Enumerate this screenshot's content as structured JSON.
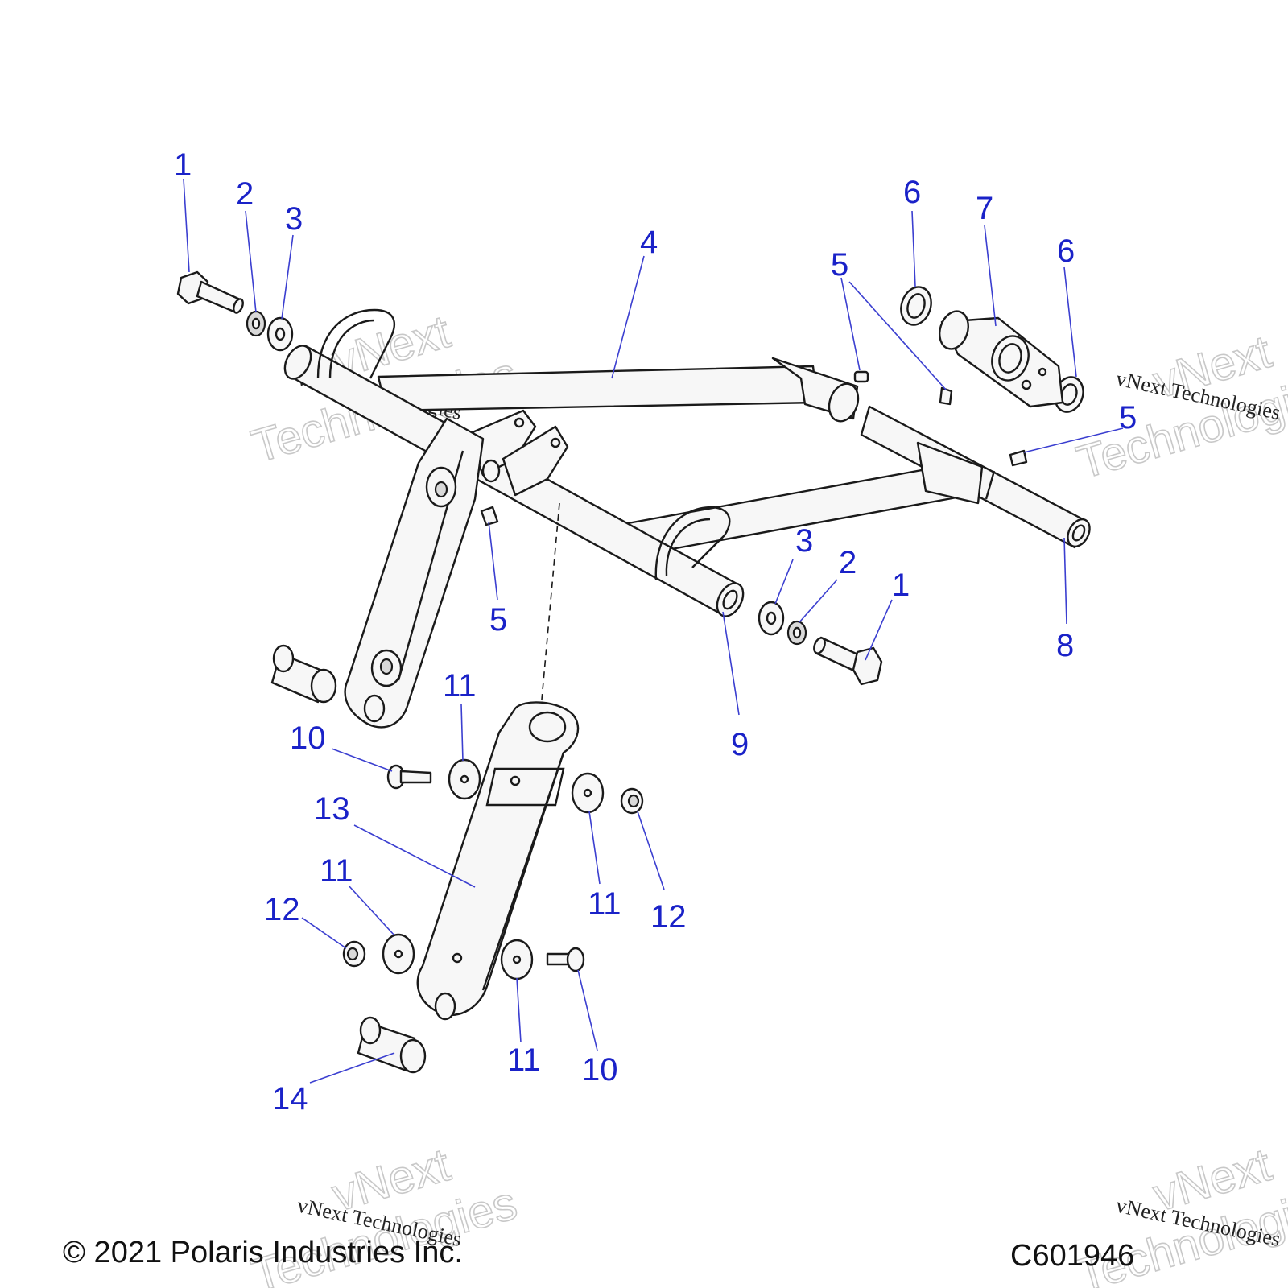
{
  "callouts": [
    {
      "id": "c1a",
      "label": "1"
    },
    {
      "id": "c2a",
      "label": "2"
    },
    {
      "id": "c3a",
      "label": "3"
    },
    {
      "id": "c4",
      "label": "4"
    },
    {
      "id": "c5a",
      "label": "5"
    },
    {
      "id": "c6a",
      "label": "6"
    },
    {
      "id": "c7",
      "label": "7"
    },
    {
      "id": "c6b",
      "label": "6"
    },
    {
      "id": "c5b",
      "label": "5"
    },
    {
      "id": "c3b",
      "label": "3"
    },
    {
      "id": "c2b",
      "label": "2"
    },
    {
      "id": "c1b",
      "label": "1"
    },
    {
      "id": "c5c",
      "label": "5"
    },
    {
      "id": "c9",
      "label": "9"
    },
    {
      "id": "c8",
      "label": "8"
    },
    {
      "id": "c11a",
      "label": "11"
    },
    {
      "id": "c10a",
      "label": "10"
    },
    {
      "id": "c13",
      "label": "13"
    },
    {
      "id": "c11b",
      "label": "11"
    },
    {
      "id": "c12a",
      "label": "12"
    },
    {
      "id": "c11c",
      "label": "11"
    },
    {
      "id": "c12b",
      "label": "12"
    },
    {
      "id": "c11d",
      "label": "11"
    },
    {
      "id": "c10b",
      "label": "10"
    },
    {
      "id": "c14",
      "label": "14"
    }
  ],
  "watermark": {
    "brand": "vNext",
    "word": "Technologies",
    "full": "vNext Technologies"
  },
  "footer": {
    "copyright": "© 2021 Polaris Industries Inc.",
    "code": "C601946"
  },
  "colors": {
    "callout": "#1a22c8",
    "line": "#1a1a1a",
    "watermark": "#c8c8c8"
  }
}
